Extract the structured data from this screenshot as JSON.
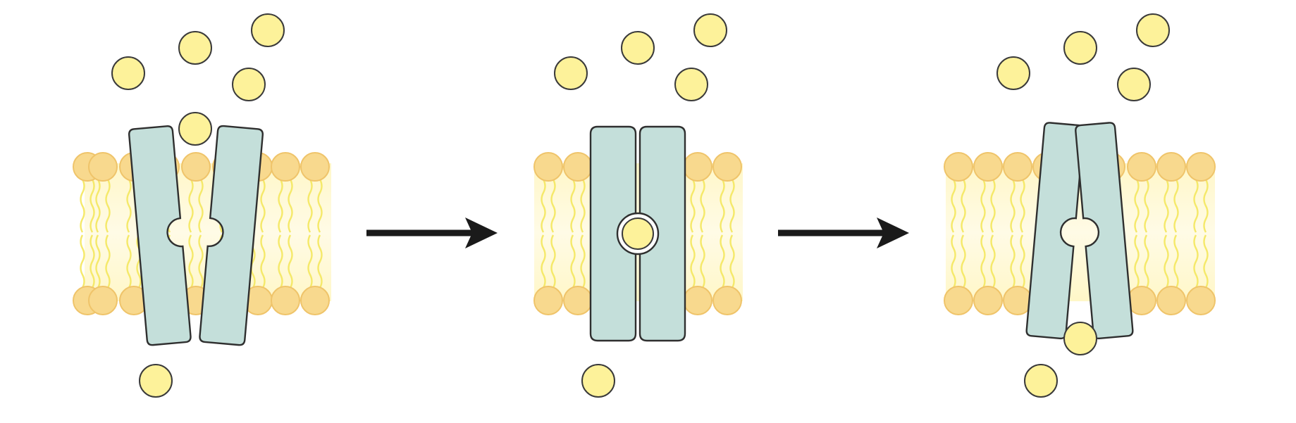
{
  "diagram": {
    "type": "membrane-transport-process",
    "panels": [
      {
        "state": "open-to-outside",
        "molecule_position": "entering"
      },
      {
        "state": "occluded",
        "molecule_position": "bound-in-center"
      },
      {
        "state": "open-to-inside",
        "molecule_position": "released"
      }
    ],
    "arrows": [
      {
        "from_panel": 1,
        "to_panel": 2
      },
      {
        "from_panel": 2,
        "to_panel": 3
      }
    ],
    "colors": {
      "solute": "#FDF29A",
      "solute_outline": "#3a3a3a",
      "protein": "#C4DFDA",
      "protein_outline": "#2f2f2f",
      "lipid_head": "#F8D98E",
      "lipid_head_outline": "#EFC46A",
      "lipid_tail": "#F5E96A",
      "membrane_core": "#FFF9D4",
      "arrow": "#1a1a1a"
    }
  }
}
